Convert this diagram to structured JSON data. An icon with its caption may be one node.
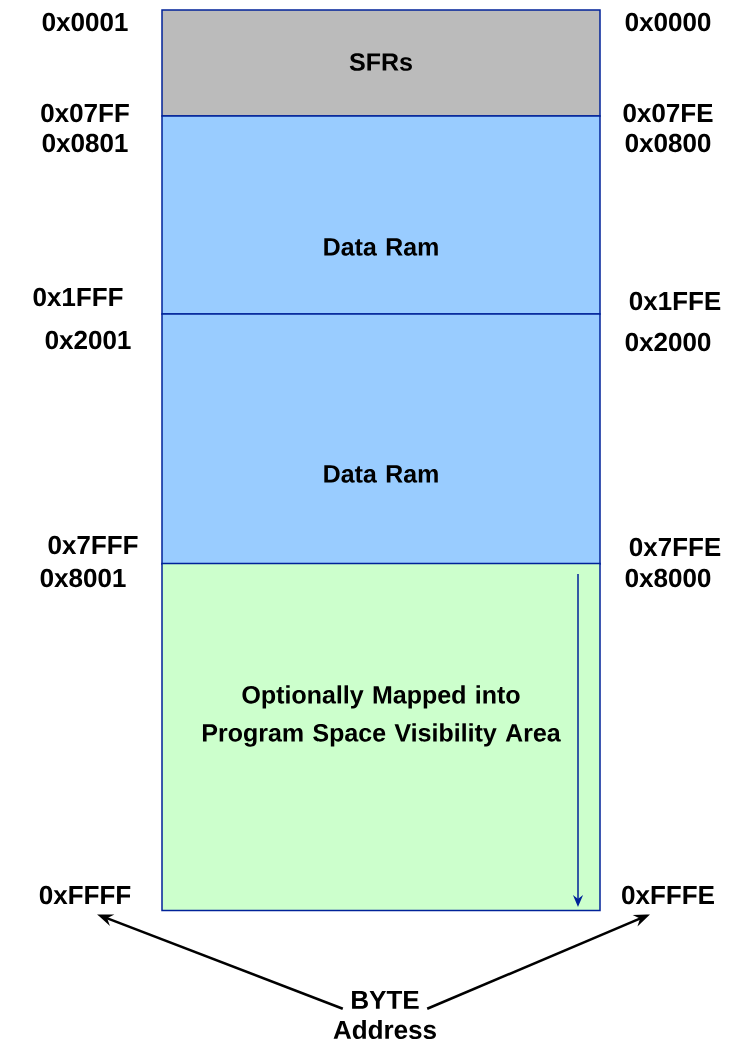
{
  "diagram": {
    "nodes": [
      {
        "text": [
          "SFRs"
        ]
      },
      {
        "text": [
          "Data  Ram"
        ]
      },
      {
        "text": [
          "Data Ram"
        ]
      },
      {
        "text": [
          "Optionally Mapped into Program Space Visibility Area"
        ]
      },
      {
        "text": [
          "0xFFFF"
        ]
      },
      {
        "text": [
          "0xFFFE"
        ]
      },
      {
        "text": [
          "BYTE Address"
        ]
      }
    ],
    "edges": [
      {
        "from": 6,
        "to": 4,
        "arrow": "to"
      },
      {
        "from": 6,
        "to": 5,
        "arrow": "to"
      }
    ],
    "labels": [
      "0x0001",
      "0x0000",
      "0x07FF",
      "0x07FE",
      "0x0801",
      "0x0800",
      "0x1FFF",
      "0x1FFE",
      "0x2001",
      "0x2000",
      "0x7FFF",
      "0x7FFE",
      "0x8001",
      "0x8000"
    ]
  }
}
